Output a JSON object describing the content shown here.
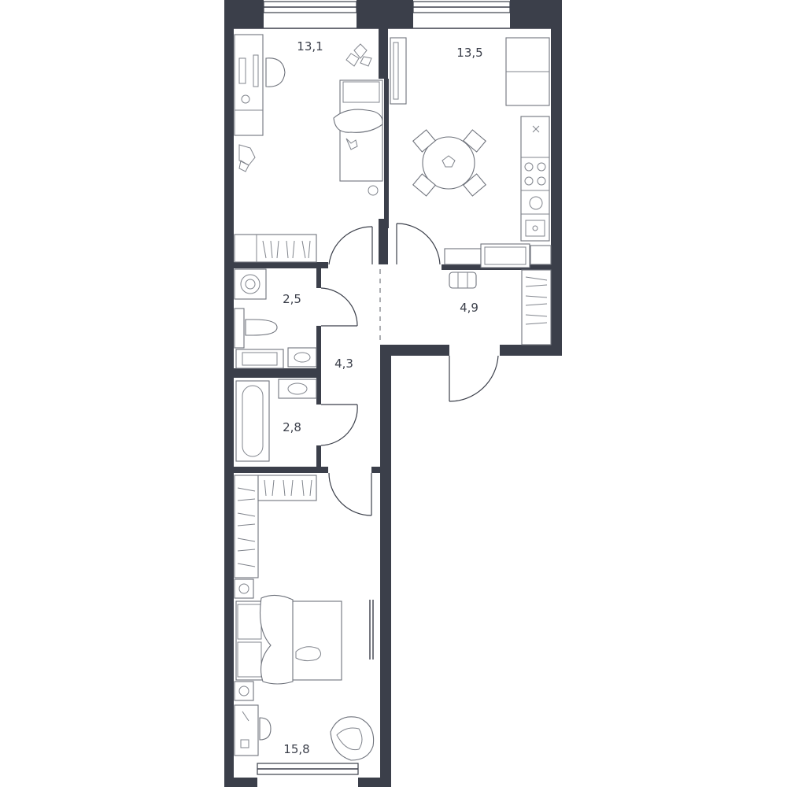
{
  "plan": {
    "rooms": [
      {
        "id": "bedroom-1",
        "area": "13,1"
      },
      {
        "id": "kitchen-living",
        "area": "13,5"
      },
      {
        "id": "toilet",
        "area": "2,5"
      },
      {
        "id": "hall",
        "area": "4,3"
      },
      {
        "id": "entry",
        "area": "4,9"
      },
      {
        "id": "bathroom",
        "area": "2,8"
      },
      {
        "id": "bedroom-2",
        "area": "15,8"
      }
    ]
  },
  "colors": {
    "wall": "#3b3f4a",
    "furniture_stroke": "#6f737c",
    "background": "#ffffff"
  }
}
